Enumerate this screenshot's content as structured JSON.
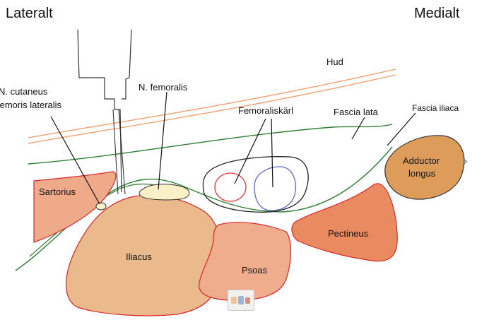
{
  "header": {
    "left": "Lateralt",
    "right": "Medialt"
  },
  "labels": {
    "hud": "Hud",
    "n_cutaneus_line1": "N. cutaneus",
    "n_cutaneus_line2": "femoris lateralis",
    "n_femoralis": "N. femoralis",
    "femoraliskarl": "Femoraliskärl",
    "fascia_lata": "Fascia lata",
    "fascia_iliaca": "Fascia iliaca"
  },
  "muscles": {
    "sartorius": "Sartorius",
    "adductor_line1": "Adductor",
    "adductor_line2": "longus",
    "pectineus": "Pectineus",
    "iliacus": "Iliacus",
    "psoas": "Psoas"
  },
  "controls": {
    "next_arrow": "›"
  },
  "colors": {
    "skin": "#f0a070",
    "fascia": "#2e7d32",
    "muscle_outline": "#d62828",
    "iliacus_fill": "#eab98c",
    "psoas_fill": "#f0ad8e",
    "sartorius_fill": "#efaa8a",
    "pectineus_fill": "#ea8a60",
    "adductor_fill": "#de9c5a",
    "nerve_fill": "#faf0c8",
    "artery": "#e53935",
    "vein": "#5c6bc0"
  }
}
